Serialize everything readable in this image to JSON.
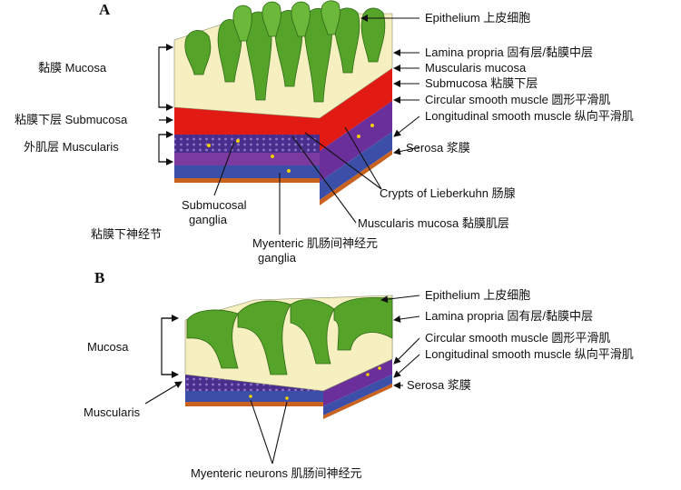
{
  "panel_a": {
    "letter": "A",
    "right_labels": {
      "epithelium": "Epithelium  上皮细胞",
      "lamina_propria": "Lamina propria  固有层/黏膜中层",
      "muscularis_mucosa": "Muscularis mucosa",
      "submucosa": "Submucosa   粘膜下层",
      "circular": "Circular smooth muscle  圆形平滑肌",
      "longitudinal": "Longitudinal smooth muscle  纵向平滑肌",
      "serosa": "Serosa   浆膜",
      "crypts": "Crypts of Lieberkuhn   肠腺",
      "musc_mucosa_bottom": "Muscularis mucosa  黏膜肌层"
    },
    "left_labels": {
      "mucosa": "黏膜   Mucosa",
      "submucosa": "粘膜下层   Submucosa",
      "muscularis": "外肌层   Muscularis"
    },
    "bottom_labels": {
      "submucosal_ganglia_1": "Submucosal",
      "submucosal_ganglia_2": "ganglia",
      "submucosal_ganglia_cn": "粘膜下神经节",
      "myenteric_ganglia_1": "Myenteric  肌肠间神经元",
      "myenteric_ganglia_2": "ganglia"
    }
  },
  "panel_b": {
    "letter": "B",
    "right_labels": {
      "epithelium": "Epithelium 上皮细胞",
      "lamina_propria": "Lamina propria  固有层/黏膜中层",
      "circular": "Circular smooth muscle   圆形平滑肌",
      "longitudinal": "Longitudinal smooth muscle  纵向平滑肌",
      "serosa": "Serosa   浆膜"
    },
    "left_labels": {
      "mucosa": "Mucosa",
      "muscularis": "Muscularis"
    },
    "bottom_label": "Myenteric neurons  肌肠间神经元"
  },
  "colors": {
    "villus_green": "#56a32a",
    "lamina_cream": "#f6f0c0",
    "submucosa_red": "#e11a14",
    "circular_purple": "#5a3aa0",
    "longitudinal_blue": "#3c4fa8",
    "serosa_orange": "#c9621e"
  }
}
